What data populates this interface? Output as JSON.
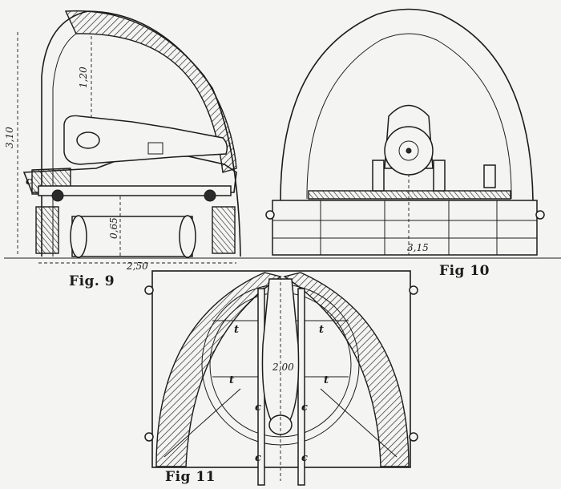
{
  "figures": {
    "fig9": {
      "caption": "Fig. 9",
      "dim_height": "3,10",
      "dim_inner": "1,20",
      "dim_width": "2,50",
      "dim_wheel": "0,65",
      "label_c": "c"
    },
    "fig10": {
      "caption": "Fig 10",
      "dim_length": "3,15"
    },
    "fig11": {
      "caption": "Fig 11",
      "dim_center": "2,00",
      "label_t": "t",
      "label_c": "c"
    }
  }
}
